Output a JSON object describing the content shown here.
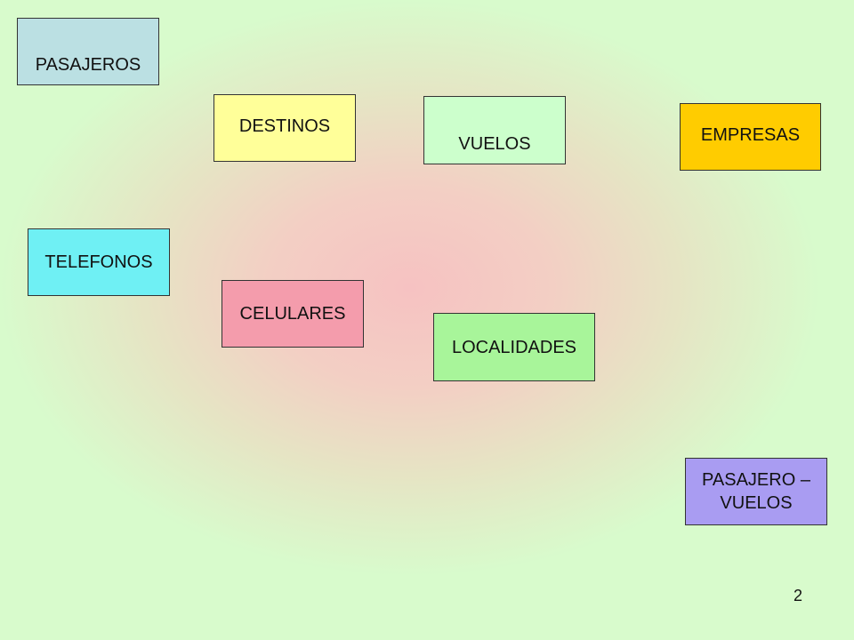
{
  "entities": [
    {
      "id": "pasajeros",
      "label": "PASAJEROS",
      "color": "#bbe0e3"
    },
    {
      "id": "destinos",
      "label": "DESTINOS",
      "color": "#ffff99"
    },
    {
      "id": "vuelos",
      "label": "VUELOS",
      "color": "#ccffcc"
    },
    {
      "id": "empresas",
      "label": "EMPRESAS",
      "color": "#ffcc00"
    },
    {
      "id": "telefonos",
      "label": "TELEFONOS",
      "color": "#6ff0f4"
    },
    {
      "id": "celulares",
      "label": "CELULARES",
      "color": "#f49cac"
    },
    {
      "id": "localidades",
      "label": "LOCALIDADES",
      "color": "#a8f59a"
    },
    {
      "id": "pasajero-vuelos",
      "label": "PASAJERO –\nVUELOS",
      "color": "#a99cf2"
    }
  ],
  "slide_number": "2"
}
